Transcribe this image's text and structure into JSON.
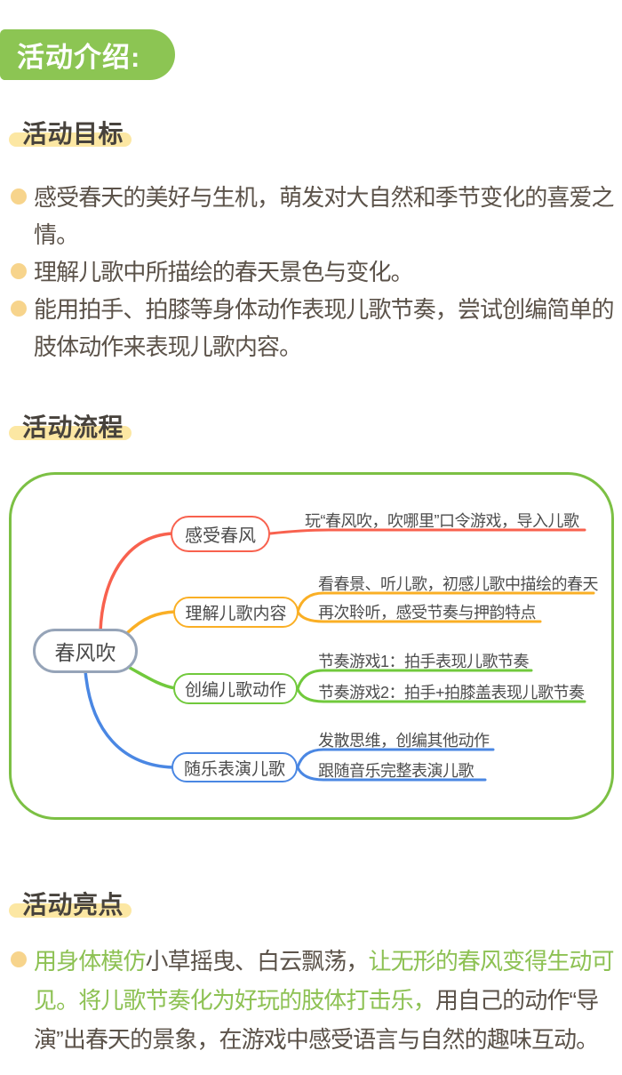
{
  "colors": {
    "badge_green": "#8cc553",
    "heading_highlight": "#fce7a3",
    "bullet_dot": "#f7d48c",
    "text_dark": "#5b5249",
    "text_green": "#8dc153",
    "map_border": "#7cc044",
    "root_border": "#96a4b8"
  },
  "header": {
    "badge": "活动介绍:"
  },
  "sections": {
    "goals": {
      "heading": "活动目标",
      "bullets": [
        "感受春天的美好与生机，萌发对大自然和季节变化的喜爱之情。",
        "理解儿歌中所描绘的春天景色与变化。",
        "能用拍手、拍膝等身体动作表现儿歌节奏，尝试创编简单的肢体动作来表现儿歌内容。"
      ]
    },
    "process": {
      "heading": "活动流程",
      "mindmap": {
        "root": "春风吹",
        "branches": [
          {
            "label": "感受春风",
            "color": "#f8614e",
            "items": [
              "玩“春风吹，吹哪里”口令游戏，导入儿歌"
            ]
          },
          {
            "label": "理解儿歌内容",
            "color": "#faaf25",
            "items": [
              "看春景、听儿歌，初感儿歌中描绘的春天",
              "再次聆听，感受节奏与押韵特点"
            ]
          },
          {
            "label": "创编儿歌动作",
            "color": "#71c93c",
            "items": [
              "节奏游戏1：拍手表现儿歌节奏",
              "节奏游戏2：拍手+拍膝盖表现儿歌节奏"
            ]
          },
          {
            "label": "随乐表演儿歌",
            "color": "#4a87e3",
            "items": [
              "发散思维，创编其他动作",
              "跟随音乐完整表演儿歌"
            ]
          }
        ]
      }
    },
    "highlights": {
      "heading": "活动亮点",
      "paragraph_segments": [
        {
          "text": "用身体模仿",
          "style": "green"
        },
        {
          "text": "小草摇曳、白云飘荡，",
          "style": "dark"
        },
        {
          "text": "让无形的春风变得生动可见。将儿歌节奏化为好玩的肢体打击乐，",
          "style": "green"
        },
        {
          "text": "用自己的动作“导演”出春天的景象，在游戏中感受语言与自然的趣味互动。",
          "style": "dark"
        }
      ]
    }
  }
}
